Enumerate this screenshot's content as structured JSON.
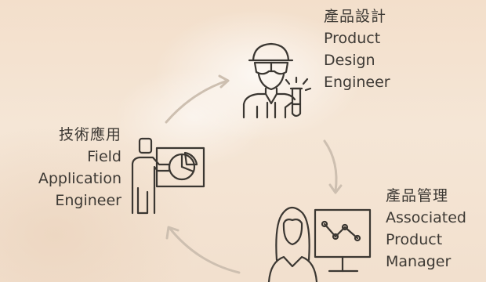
{
  "roles": {
    "design": {
      "zh": "產品設計",
      "en_lines": [
        "Product",
        "Design",
        "Engineer"
      ]
    },
    "field": {
      "zh": "技術應用",
      "en_lines": [
        "Field",
        "Application",
        "Engineer"
      ]
    },
    "apm": {
      "zh": "產品管理",
      "en_lines": [
        "Associated",
        "Product",
        "Manager"
      ]
    }
  },
  "colors": {
    "icon": "#3b3732",
    "arrow": "#cdbfb0",
    "text": "#3d3934"
  },
  "icons": {
    "design": "scientist-with-test-tube-icon",
    "field": "presenter-with-pie-chart-icon",
    "apm": "woman-with-line-chart-monitor-icon"
  }
}
